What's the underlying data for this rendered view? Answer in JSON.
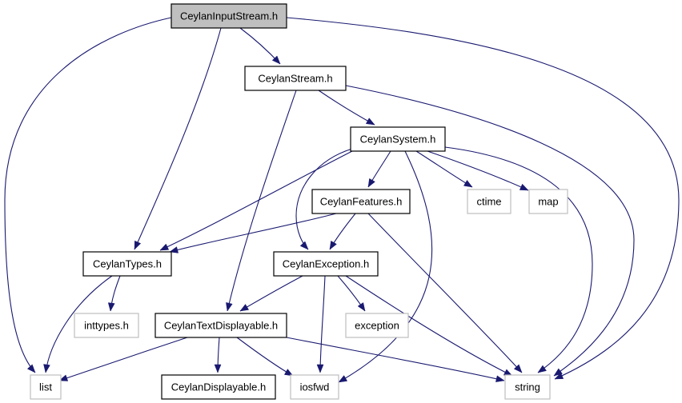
{
  "diagram": {
    "colors": {
      "edge": "#191970",
      "root_fill": "#bfbfbf",
      "external_border": "#bfbfbf",
      "internal_border": "#000000",
      "background": "#ffffff"
    },
    "nodes": {
      "CeylanInputStream": {
        "label": "CeylanInputStream.h",
        "kind": "root"
      },
      "CeylanStream": {
        "label": "CeylanStream.h",
        "kind": "internal"
      },
      "CeylanSystem": {
        "label": "CeylanSystem.h",
        "kind": "internal"
      },
      "CeylanFeatures": {
        "label": "CeylanFeatures.h",
        "kind": "internal"
      },
      "ctime": {
        "label": "ctime",
        "kind": "external"
      },
      "map": {
        "label": "map",
        "kind": "external"
      },
      "CeylanTypes": {
        "label": "CeylanTypes.h",
        "kind": "internal"
      },
      "CeylanException": {
        "label": "CeylanException.h",
        "kind": "internal"
      },
      "inttypes": {
        "label": "inttypes.h",
        "kind": "external"
      },
      "CeylanTextDisplayable": {
        "label": "CeylanTextDisplayable.h",
        "kind": "internal"
      },
      "exception": {
        "label": "exception",
        "kind": "external"
      },
      "list": {
        "label": "list",
        "kind": "external"
      },
      "CeylanDisplayable": {
        "label": "CeylanDisplayable.h",
        "kind": "internal"
      },
      "iosfwd": {
        "label": "iosfwd",
        "kind": "external"
      },
      "string": {
        "label": "string",
        "kind": "external"
      }
    },
    "edges": [
      [
        "CeylanInputStream",
        "list"
      ],
      [
        "CeylanInputStream",
        "CeylanTypes"
      ],
      [
        "CeylanInputStream",
        "CeylanStream"
      ],
      [
        "CeylanInputStream",
        "string"
      ],
      [
        "CeylanStream",
        "CeylanSystem"
      ],
      [
        "CeylanStream",
        "CeylanTextDisplayable"
      ],
      [
        "CeylanStream",
        "string"
      ],
      [
        "CeylanSystem",
        "CeylanFeatures"
      ],
      [
        "CeylanSystem",
        "CeylanTypes"
      ],
      [
        "CeylanSystem",
        "CeylanException"
      ],
      [
        "CeylanSystem",
        "ctime"
      ],
      [
        "CeylanSystem",
        "map"
      ],
      [
        "CeylanSystem",
        "iosfwd"
      ],
      [
        "CeylanSystem",
        "string"
      ],
      [
        "CeylanFeatures",
        "CeylanTypes"
      ],
      [
        "CeylanFeatures",
        "CeylanException"
      ],
      [
        "CeylanFeatures",
        "string"
      ],
      [
        "CeylanTypes",
        "inttypes"
      ],
      [
        "CeylanTypes",
        "list"
      ],
      [
        "CeylanException",
        "CeylanTextDisplayable"
      ],
      [
        "CeylanException",
        "exception"
      ],
      [
        "CeylanException",
        "iosfwd"
      ],
      [
        "CeylanException",
        "string"
      ],
      [
        "CeylanTextDisplayable",
        "list"
      ],
      [
        "CeylanTextDisplayable",
        "CeylanDisplayable"
      ],
      [
        "CeylanTextDisplayable",
        "iosfwd"
      ],
      [
        "CeylanTextDisplayable",
        "string"
      ]
    ]
  }
}
